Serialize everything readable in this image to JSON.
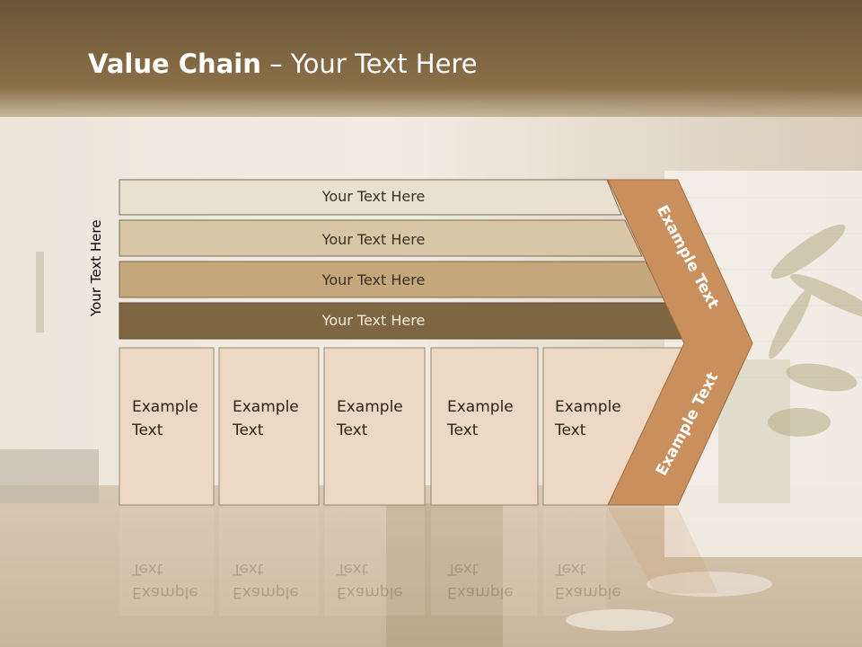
{
  "slide": {
    "title_bold": "Value Chain",
    "title_rest": " – Your Text Here",
    "side_label": "Your Text Here"
  },
  "rows": [
    {
      "label": "Your Text Here"
    },
    {
      "label": "Your Text Here"
    },
    {
      "label": "Your Text Here"
    },
    {
      "label": "Your Text Here"
    }
  ],
  "columns": [
    {
      "line1": "Example",
      "line2": "Text"
    },
    {
      "line1": "Example",
      "line2": "Text"
    },
    {
      "line1": "Example",
      "line2": "Text"
    },
    {
      "line1": "Example",
      "line2": "Text"
    },
    {
      "line1": "Example",
      "line2": "Text"
    }
  ],
  "chevron": {
    "upper_text": "Example Text",
    "lower_text": "Example Text"
  },
  "colors": {
    "title_bar": "#7a6240",
    "row1": "#e9e0d0",
    "row2": "#d9c6a6",
    "row3": "#c4a77c",
    "row4": "#7e6643",
    "columns": "#ecd8c3",
    "chevron": "#c98f5c"
  }
}
